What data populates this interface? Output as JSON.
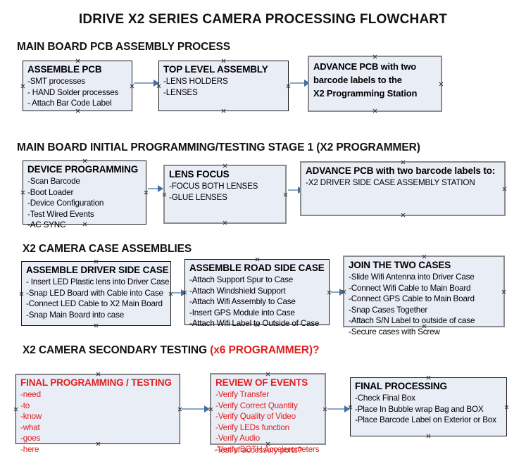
{
  "title": "IDRIVE X2  SERIES CAMERA PROCESSING FLOWCHART",
  "colors": {
    "node_fill": "#e9edf6",
    "border_dark": "#1a1a1a",
    "border_gray": "#8c8c8c",
    "arrow": "#8aa6c4",
    "arrow_head": "#3f6fa8",
    "red_accent": "#e02020",
    "text": "#111111",
    "background": "#ffffff"
  },
  "sections": [
    {
      "heading": "MAIN BOARD PCB ASSEMBLY PROCESS",
      "heading_accent": "",
      "nodes": [
        {
          "title": "ASSEMBLE PCB",
          "lines": [
            "-SMT processes",
            "- HAND Solder processes",
            "- Attach Bar Code Label"
          ]
        },
        {
          "title": "TOP LEVEL ASSEMBLY",
          "lines": [
            "-LENS HOLDERS",
            "-LENSES"
          ]
        },
        {
          "title": "ADVANCE PCB with two",
          "lines": [
            "barcode labels to the",
            " X2 Programming Station"
          ]
        }
      ]
    },
    {
      "heading": "MAIN BOARD INITIAL PROGRAMMING/TESTING STAGE 1 (X2 PROGRAMMER)",
      "heading_accent": "",
      "nodes": [
        {
          "title": "DEVICE PROGRAMMING",
          "lines": [
            "-Scan Barcode",
            "-Boot Loader",
            "-Device Configuration",
            "-Test Wired Events",
            "-AC SYNC"
          ]
        },
        {
          "title": "LENS FOCUS",
          "lines": [
            "-FOCUS BOTH LENSES",
            "-GLUE LENSES"
          ]
        },
        {
          "title": "ADVANCE PCB with two barcode labels to:",
          "lines": [
            "-X2 DRIVER  SIDE  CASE  ASSEMBLY STATION"
          ]
        }
      ]
    },
    {
      "heading": "X2 CAMERA CASE ASSEMBLIES",
      "heading_accent": "",
      "nodes": [
        {
          "title": "ASSEMBLE DRIVER SIDE CASE",
          "lines": [
            "- Insert LED Plastic lens into Driver Case",
            "-Snap LED Board with Cable into Case",
            "-Connect LED Cable to X2 Main Board",
            "-Snap Main Board into case"
          ]
        },
        {
          "title": "ASSEMBLE ROAD SIDE CASE",
          "lines": [
            "-Attach Support Spur to Case",
            "-Attach Windshield Support",
            "-Attach Wifi Assembly to Case",
            "-Insert GPS Module into Case",
            "-Attach Wifi Label to Outside of Case"
          ]
        },
        {
          "title": "JOIN THE TWO CASES",
          "lines": [
            "-Slide Wifi Antenna into Driver Case",
            "-Connect Wifi Cable to Main Board",
            "-Connect GPS Cable to Main Board",
            "-Snap Cases Together",
            "-Attach S/N Label to outside of case",
            "-Secure cases with Screw"
          ]
        }
      ]
    },
    {
      "heading": "X2 CAMERA SECONDARY TESTING ",
      "heading_accent": "(x6 PROGRAMMER)?",
      "nodes": [
        {
          "title": "FINAL PROGRAMMING / TESTING",
          "lines": [
            "-need",
            "-to",
            "-know",
            "-what",
            "-goes",
            "-here"
          ]
        },
        {
          "title": "REVIEW OF EVENTS",
          "lines": [
            "-Verify Transfer",
            "-Verify Correct Quantity",
            "-Verify Quality of Video",
            "-Verify LEDs function",
            "-Verify Audio",
            "-Verify BOTH Accelerometers"
          ],
          "overflow_line": "-Test of accessory ports?"
        },
        {
          "title": "FINAL PROCESSING",
          "lines": [
            " -Check Final Box",
            "-Place In Bubble wrap Bag and BOX",
            "-Place Barcode Label on Exterior or Box"
          ]
        }
      ]
    }
  ]
}
